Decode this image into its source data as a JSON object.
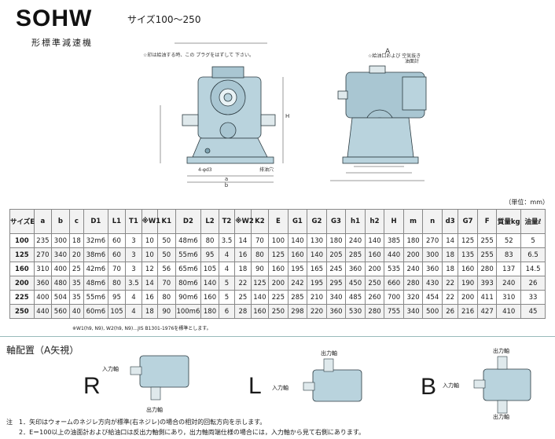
{
  "header": {
    "model": "SOHW",
    "subtitle": "形標準減速機",
    "size_range": "サイズ100～250"
  },
  "drawing": {
    "note_left": "☆印は給油する時、この プラグをはずして 下さい。",
    "note_breather": "☆給油口および 空気抜き",
    "oil_gauge": "油面計",
    "arrow_a": "A",
    "drain": "排油穴",
    "bolt_holes": "4-φd3"
  },
  "unit_note": "（単位：mm）",
  "table": {
    "headers": [
      "サイズE",
      "a",
      "b",
      "c",
      "D1",
      "L1",
      "T1",
      "※W1",
      "K1",
      "D2",
      "L2",
      "T2",
      "※W2",
      "K2",
      "E",
      "G1",
      "G2",
      "G3",
      "h1",
      "h2",
      "H",
      "m",
      "n",
      "d3",
      "G7",
      "F",
      "質量kg",
      "油量ℓ"
    ],
    "rows": [
      [
        "100",
        "235",
        "300",
        "18",
        "32m6",
        "60",
        "3",
        "10",
        "50",
        "48m6",
        "80",
        "3.5",
        "14",
        "70",
        "100",
        "140",
        "130",
        "180",
        "240",
        "140",
        "385",
        "180",
        "270",
        "14",
        "125",
        "255",
        "52",
        "5"
      ],
      [
        "125",
        "270",
        "340",
        "20",
        "38m6",
        "60",
        "3",
        "10",
        "50",
        "55m6",
        "95",
        "4",
        "16",
        "80",
        "125",
        "160",
        "140",
        "205",
        "285",
        "160",
        "440",
        "200",
        "300",
        "18",
        "135",
        "255",
        "83",
        "6.5"
      ],
      [
        "160",
        "310",
        "400",
        "25",
        "42m6",
        "70",
        "3",
        "12",
        "56",
        "65m6",
        "105",
        "4",
        "18",
        "90",
        "160",
        "195",
        "165",
        "245",
        "360",
        "200",
        "535",
        "240",
        "360",
        "18",
        "160",
        "280",
        "137",
        "14.5"
      ],
      [
        "200",
        "360",
        "480",
        "35",
        "48m6",
        "80",
        "3.5",
        "14",
        "70",
        "80m6",
        "140",
        "5",
        "22",
        "125",
        "200",
        "242",
        "195",
        "295",
        "450",
        "250",
        "660",
        "280",
        "430",
        "22",
        "190",
        "393",
        "240",
        "26"
      ],
      [
        "225",
        "400",
        "504",
        "35",
        "55m6",
        "95",
        "4",
        "16",
        "80",
        "90m6",
        "160",
        "5",
        "25",
        "140",
        "225",
        "285",
        "210",
        "340",
        "485",
        "260",
        "700",
        "320",
        "454",
        "22",
        "200",
        "411",
        "310",
        "33"
      ],
      [
        "250",
        "440",
        "560",
        "40",
        "60m6",
        "105",
        "4",
        "18",
        "90",
        "100m6",
        "180",
        "6",
        "28",
        "160",
        "250",
        "298",
        "220",
        "360",
        "530",
        "280",
        "755",
        "340",
        "500",
        "26",
        "216",
        "427",
        "410",
        "45"
      ]
    ]
  },
  "footnote": "※W1(h9, N9), W2(h9, N9)…JIS B1301-1976を標準とします。",
  "arrangement": {
    "title": "軸配置（A矢視）",
    "input_label": "入力軸",
    "output_label": "出力軸",
    "types": [
      "R",
      "L",
      "B"
    ]
  },
  "notes": [
    "注　1．矢印はウォームのネジレ方向が標準(右ネジレ)の場合の相対的回転方向を示します。",
    "　　2．E＝100以上の油面計および給油口は反出力軸側にあり，出力軸両端仕様の場合には，入力軸から見て右側にあります。"
  ],
  "colors": {
    "housing": "#b9d3dd",
    "housing_stroke": "#2b3a40",
    "dim_line": "#333333"
  }
}
